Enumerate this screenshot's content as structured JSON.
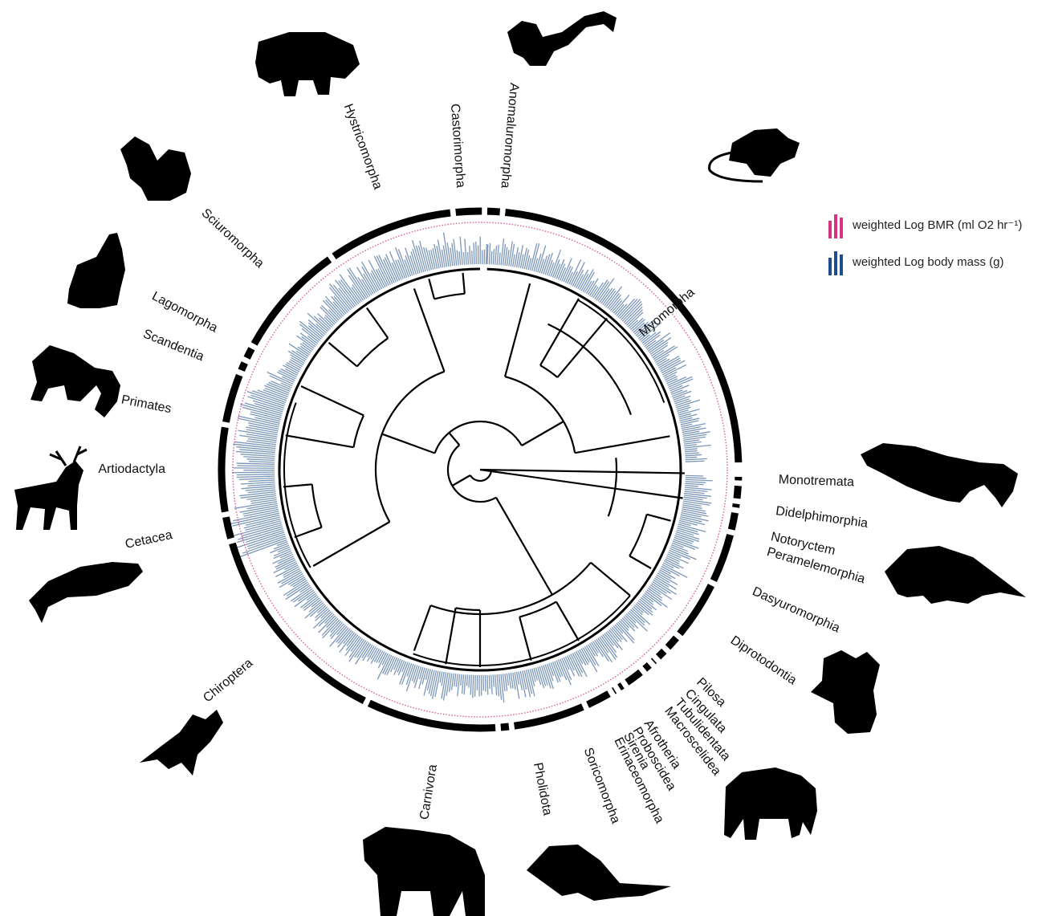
{
  "legend": {
    "bmr_label": "weighted Log BMR (ml O2 hr⁻¹)",
    "mass_label": "weighted Log body mass (g)"
  },
  "colors": {
    "bmr": "#d63384",
    "mass": "#7b96b8",
    "mass_legend": "#1f4e8c",
    "tree": "#000000"
  },
  "orders": [
    "Myomorpha",
    "Monotremata",
    "Didelphimorphia",
    "Notoryctem",
    "Peramelemorphia",
    "Dasyuromorphia",
    "Diprotodontia",
    "Pilosa",
    "Cingulata",
    "Tubulidentata",
    "Macroscelidea",
    "Afrotheria",
    "Proboscidea",
    "Sirenia",
    "Erinaceomorpha",
    "Soricomorpha",
    "Pholidota",
    "Carnivora",
    "Chiroptera",
    "Cetacea",
    "Artiodactyla",
    "Primates",
    "Scandentia",
    "Lagomorpha",
    "Sciuromorpha",
    "Hystricomorpha",
    "Castorimorpha",
    "Anomaluromorpha"
  ],
  "silhouettes": [
    "porcupine-icon",
    "springhare-icon",
    "mouse-icon",
    "squirrel-icon",
    "rabbit-icon",
    "monkey-icon",
    "deer-icon",
    "whale-icon",
    "bat-icon",
    "bear-icon",
    "pangolin-icon",
    "elephant-icon",
    "koala-icon",
    "opossum-icon",
    "platypus-icon"
  ]
}
